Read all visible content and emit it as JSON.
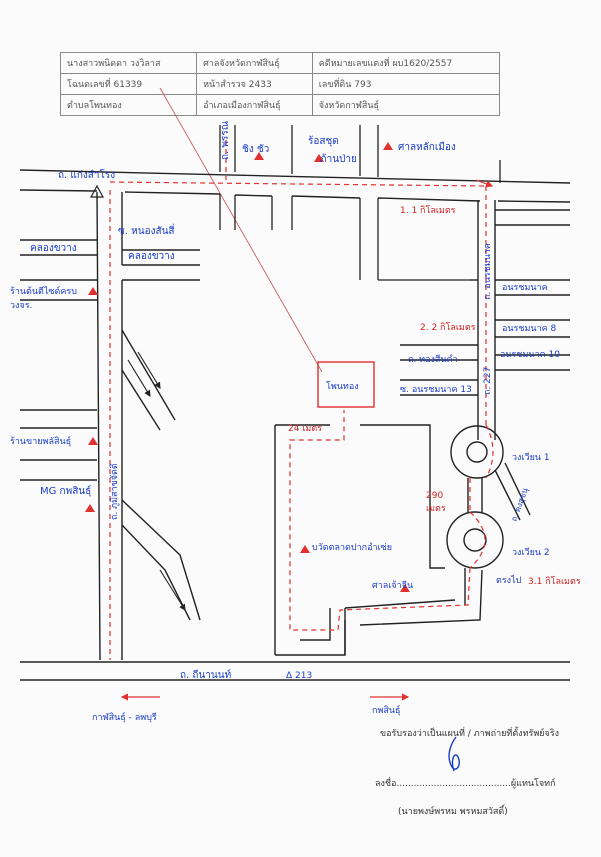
{
  "info": {
    "owner": "นางสาวพนิดดา วงวิลาส",
    "court": "ศาลจังหวัดกาฬสินธุ์",
    "case_no": "คดีหมายเลขแดงที่ ผบ1620/2557",
    "deed": "โฉนดเลขที่  61339",
    "survey_page": "หน้าสำรวจ  2433",
    "land_no": "เลขที่ดิน  793",
    "subdistrict": "ตำบลโพนทอง",
    "district": "อำเภอเมืองกาฬสินธุ์",
    "province": "จังหวัดกาฬสินธุ์"
  },
  "map": {
    "road_top": "ถ. แก่งสำโรง",
    "road_bottom": "ถ. ถีนานนท์",
    "road_bottom_no": "Δ 213",
    "road_left_vertical": "ถ. ภูมิสาขจัดติ",
    "road_right_vertical": "ถ. อนรชมนาค",
    "road_top_short": "ถ. พรรณ",
    "soi_nong_san": "ซ. หนองสันสี่",
    "canal_1": "คลองขวาง",
    "canal_2": "คลองขวาง",
    "shop_1": "ร้านต้นตีไซด์ครบ",
    "shop_1b": "วงจร.",
    "shop_2": "ร้านขายพลัสินธุ์",
    "mg_label": "MG กพสินธุ์",
    "poi_top_1": "ชิง ชัว",
    "poi_top_2": "ร้อสชุด",
    "poi_top_2b": "ภ้านป่าย",
    "poi_top_3": "ศาลหลักเมือง",
    "dist_1": "1. 1 กิโลเมตร",
    "dist_2": "2. 2 กิโลเมตร",
    "dist_3": "24 เมตร",
    "dist_4": "290",
    "dist_4b": "เมตร",
    "dist_5": "3.1 กิโลเมตร",
    "r_sub_1": "อนรชมนาค",
    "r_sub_2": "อนรชมนาค 8",
    "r_sub_3": "อนรชมนาค 10",
    "soi_sakhan": "ถ. ทองสีนคำ",
    "soi_anon": "ซ. อนรชมนาค 13",
    "road_227": "ถ. 227",
    "plot": "โพนทอง",
    "circle_1": "วงเวียน 1",
    "circle_2": "วงเวียน 2",
    "pao": "ถ. คงสุขนุ",
    "temple": "บวัดตลาดปากอำเซ่ย",
    "checkpoint": "ศาลเจ้าจีน",
    "go_to": "ตรงไป",
    "bottom_left": "กาฬสินธุ์ - ลพบุรี",
    "bottom_right": "กพสินธุ์"
  },
  "certification": {
    "line": "ขอรับรองว่าเป็นแผนที่ / ภาพถ่ายที่ตั้งทรัพย์จริง",
    "sign_prefix": "ลงชื่อ",
    "sign_dots": "........................................",
    "sign_suffix": "ผู้แทนโจทก์",
    "name": "(นายพงษ์พรหม พรหมสวัสดิ์)"
  },
  "colors": {
    "road": "#222222",
    "route": "#e03030",
    "text_blue": "#1a3cc8",
    "text_red": "#d02020"
  }
}
